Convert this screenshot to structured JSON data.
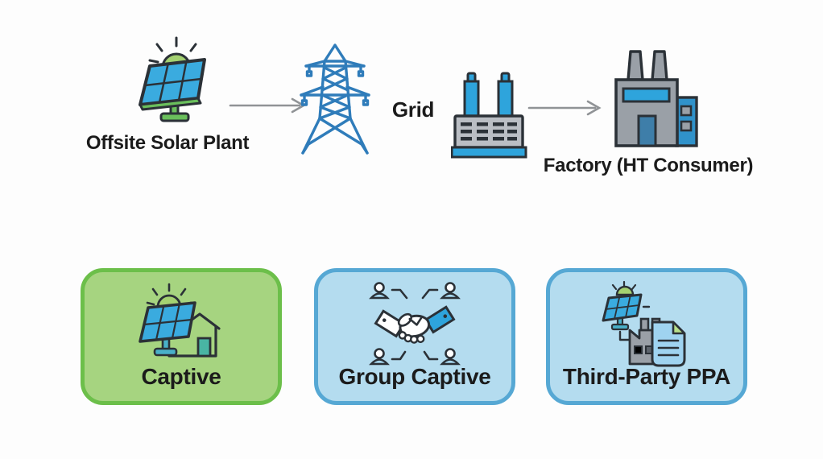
{
  "title": "Offsite solar supply models diagram",
  "flow": {
    "solar": {
      "label": "Offsite Solar Plant"
    },
    "grid": {
      "label": "Grid"
    },
    "factory": {
      "label": "Factory (HT Consumer)"
    }
  },
  "cards": [
    {
      "id": "captive",
      "label": "Captive",
      "icon": "rooftop-solar-house-icon",
      "fill": "#a6d480",
      "border": "#6cbf4a"
    },
    {
      "id": "group-captive",
      "label": "Group Captive",
      "icon": "handshake-network-icon",
      "fill": "#b4dcef",
      "border": "#56a8d4"
    },
    {
      "id": "third-party-ppa",
      "label": "Third-Party PPA",
      "icon": "solar-factory-contract-icon",
      "fill": "#b4dcef",
      "border": "#56a8d4"
    }
  ],
  "colors": {
    "background": "#fdfdfd",
    "text": "#1b1b1b",
    "outline_dark": "#2b3137",
    "panel_blue": "#3aabdf",
    "sun_green": "#a4d171",
    "plant_green": "#6abf5c",
    "tower_blue": "#2f7cba",
    "structure_gray": "#9aa0a7",
    "transformer_gray": "#babec4",
    "equipment_blue": "#2ea4dc",
    "door_blue": "#3e7ea9",
    "annex_blue": "#3092ca",
    "arrow_gray": "#909396",
    "card_green_fill": "#a6d480",
    "card_green_border": "#6cbf4a",
    "card_blue_fill": "#b4dcef",
    "card_blue_border": "#56a8d4"
  }
}
